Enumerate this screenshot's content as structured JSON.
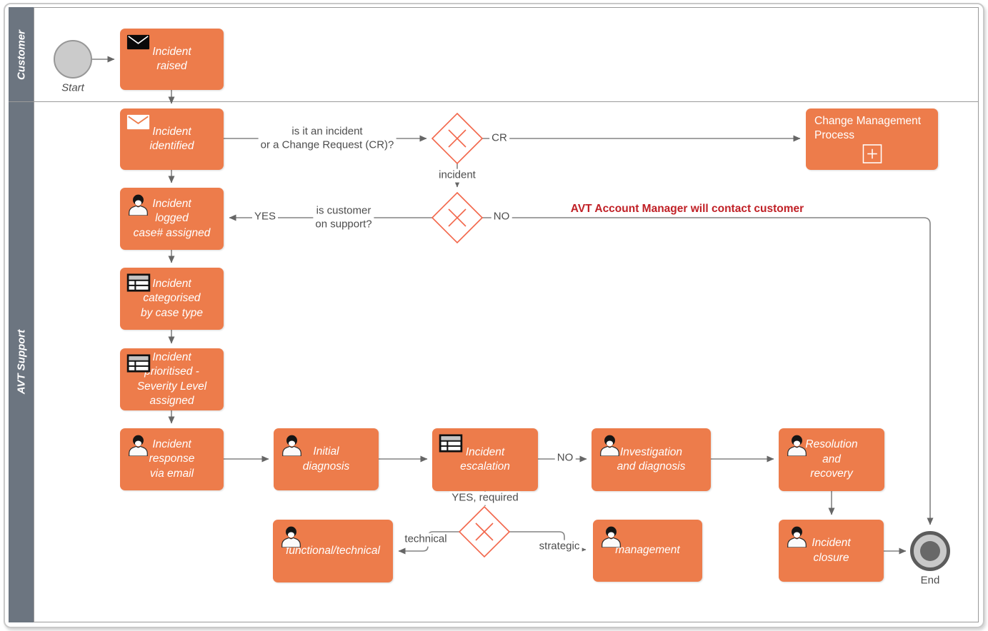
{
  "lanes": {
    "customer": "Customer",
    "avt_support": "AVT Support"
  },
  "events": {
    "start": "Start",
    "end": "End"
  },
  "tasks": {
    "incident_raised": {
      "label": "Incident\nraised",
      "icon": "envelope-filled-icon"
    },
    "incident_identified": {
      "label": "Incident\nidentified",
      "icon": "envelope-white-icon"
    },
    "incident_logged": {
      "label": "Incident\nlogged\ncase# assigned",
      "icon": "person-icon"
    },
    "incident_categorised": {
      "label": "Incident\ncategorised\nby case type",
      "icon": "table-icon"
    },
    "incident_prioritised": {
      "label": "Incident\nprioritised -\nSeverity Level\nassigned",
      "icon": "table-icon"
    },
    "incident_response": {
      "label": "Incident\nresponse\nvia email",
      "icon": "person-icon"
    },
    "initial_diagnosis": {
      "label": "Initial\ndiagnosis",
      "icon": "person-icon"
    },
    "incident_escalation": {
      "label": "Incident\nescalation",
      "icon": "table-icon"
    },
    "investigation_diagnosis": {
      "label": "Investigation\nand diagnosis",
      "icon": "person-icon"
    },
    "resolution_recovery": {
      "label": "Resolution\nand\nrecovery",
      "icon": "person-icon"
    },
    "functional_technical": {
      "label": "functional/technical",
      "icon": "person-icon"
    },
    "management": {
      "label": "management",
      "icon": "person-icon"
    },
    "incident_closure": {
      "label": "Incident\nclosure",
      "icon": "person-icon"
    },
    "change_management": {
      "label": "Change Management\nProcess",
      "icon": "subprocess-plus-icon"
    }
  },
  "edge_labels": {
    "incident_or_cr_question": "is it an incident\nor a Change Request (CR)?",
    "cr": "CR",
    "incident": "incident",
    "customer_on_support_question": "is customer\non support?",
    "yes": "YES",
    "no": "NO",
    "account_manager_note": "AVT Account Manager will contact customer",
    "escalation_no": "NO",
    "yes_required": "YES, required",
    "technical": "technical",
    "strategic": "strategic"
  },
  "colors": {
    "task_fill": "#ED7C4B",
    "gateway_stroke": "#F2664A",
    "connector_gray": "#848484",
    "arrowhead_gray": "#666666",
    "lane_bar_gray": "#6C7580",
    "note_red": "#C02026",
    "start_fill": "#CBCBCB",
    "end_ring": "#5C5C5C"
  }
}
